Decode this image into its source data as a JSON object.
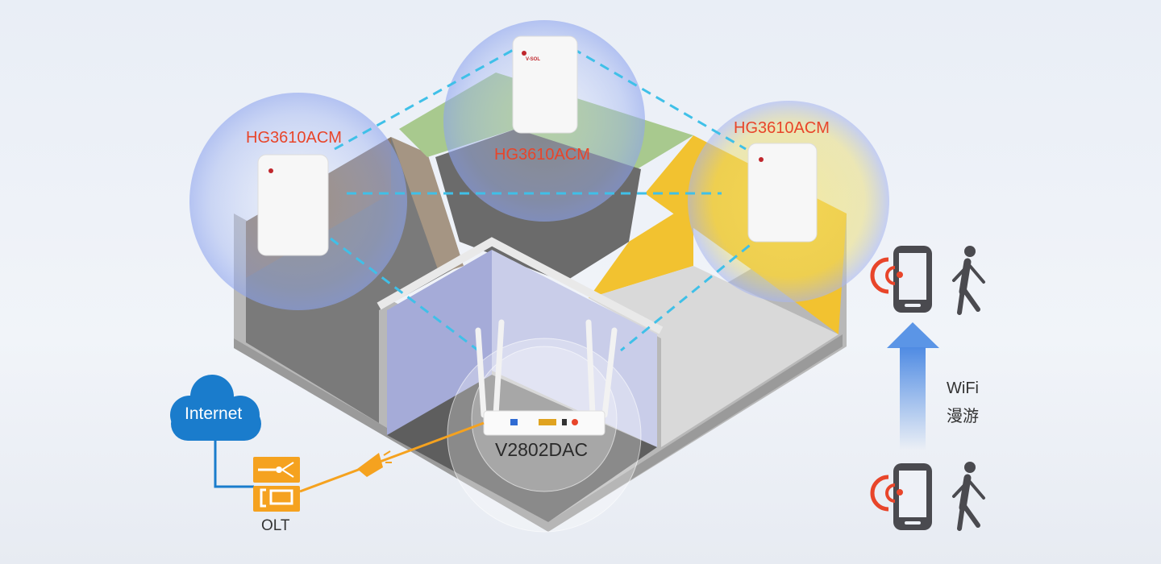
{
  "devices": {
    "mesh_left": "HG3610ACM",
    "mesh_center": "HG3610ACM",
    "mesh_right": "HG3610ACM",
    "main_router": "V2802DAC",
    "router_brand": "V-SOL"
  },
  "network": {
    "cloud_label": "Internet",
    "olt_label": "OLT"
  },
  "roaming": {
    "line1": "WiFi",
    "line2": "漫游"
  },
  "colors": {
    "mesh_label": "#e8452a",
    "link_dashed": "#3fc0e8",
    "fiber": "#f5a21f",
    "cloud": "#1a7ccc",
    "olt": "#f5a21f",
    "wifi_signal": "#e8452a",
    "arrow": "#5b95e6"
  }
}
